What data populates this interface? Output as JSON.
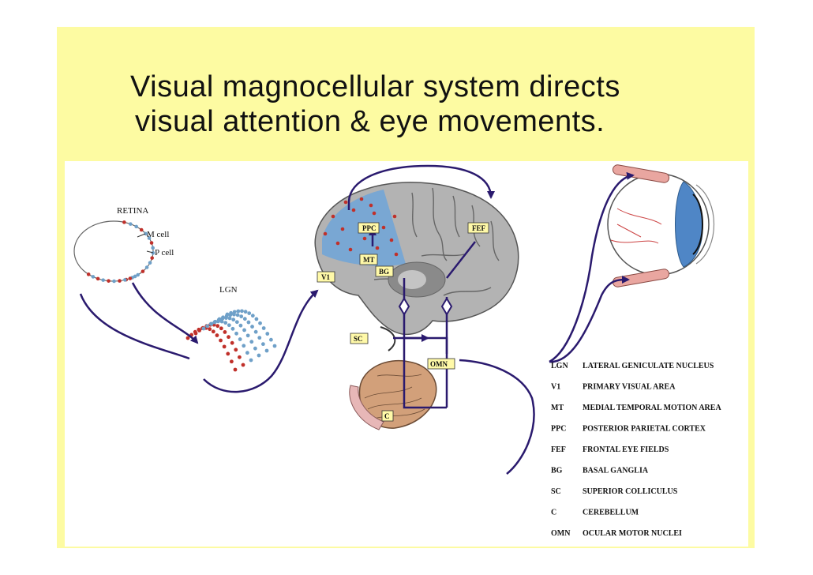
{
  "title": {
    "line1": "Visual magnocellular system directs",
    "line2": "visual attention & eye movements."
  },
  "diagram": {
    "retina_label": "RETINA",
    "m_cell_label": "M cell",
    "p_cell_label": "P cell",
    "lgn_label": "LGN",
    "boxes": {
      "ppc": "PPC",
      "fef": "FEF",
      "mt": "MT",
      "bg": "BG",
      "v1": "V1",
      "sc": "SC",
      "omn": "OMN",
      "c": "C"
    }
  },
  "legend": [
    {
      "abbr": "LGN",
      "full": "LATERAL GENICULATE NUCLEUS"
    },
    {
      "abbr": "V1",
      "full": "PRIMARY VISUAL AREA"
    },
    {
      "abbr": "MT",
      "full": "MEDIAL TEMPORAL MOTION AREA"
    },
    {
      "abbr": "PPC",
      "full": "POSTERIOR PARIETAL CORTEX"
    },
    {
      "abbr": "FEF",
      "full": "FRONTAL EYE FIELDS"
    },
    {
      "abbr": "BG",
      "full": "BASAL GANGLIA"
    },
    {
      "abbr": "SC",
      "full": "SUPERIOR COLLICULUS"
    },
    {
      "abbr": "C",
      "full": "CEREBELLUM"
    },
    {
      "abbr": "OMN",
      "full": "OCULAR MOTOR NUCLEI"
    }
  ],
  "colors": {
    "slide_bg": "#fdfba2",
    "arrow": "#2a1a6e",
    "label_box": "#fff9a8",
    "m_cell": "#c0302a",
    "p_cell": "#6fa0c8",
    "brain": "#a9a9a9",
    "ppc_region": "#6fa5d8"
  }
}
